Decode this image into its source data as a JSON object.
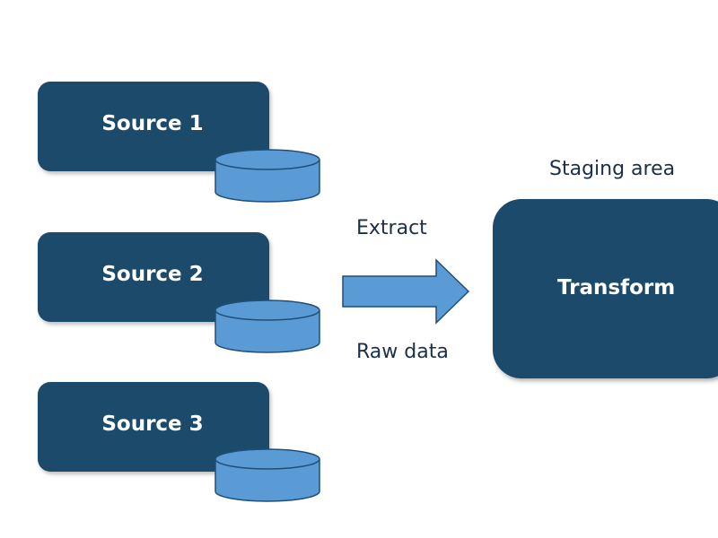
{
  "sources": [
    {
      "label": "Source 1"
    },
    {
      "label": "Source 2"
    },
    {
      "label": "Source 3"
    }
  ],
  "staging": {
    "caption": "Staging area",
    "box_label": "Transform"
  },
  "edge": {
    "label_top": "Extract",
    "label_bottom": "Raw data"
  },
  "colors": {
    "box_fill": "#1b4a6b",
    "db_fill": "#5b9bd5",
    "db_stroke": "#1f4e79",
    "arrow_fill": "#5b9bd5",
    "text_dark": "#1b2f4a"
  }
}
